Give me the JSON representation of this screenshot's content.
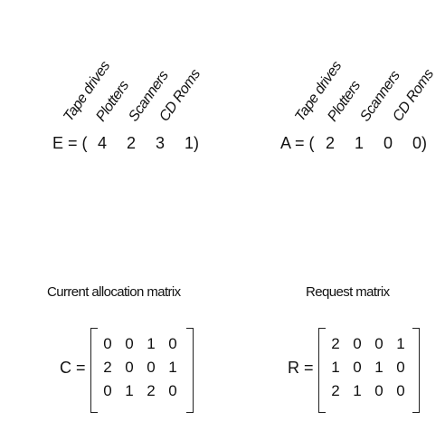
{
  "resources": [
    "Tape drives",
    "Plotters",
    "Scanners",
    "CD Roms"
  ],
  "existing": {
    "label": "E = (",
    "values": [
      "4",
      "2",
      "3",
      "1)"
    ]
  },
  "available": {
    "label": "A = (",
    "values": [
      "2",
      "1",
      "0",
      "0)"
    ]
  },
  "current": {
    "caption": "Current allocation matrix",
    "label": "C =",
    "rows": [
      [
        "0",
        "0",
        "1",
        "0"
      ],
      [
        "2",
        "0",
        "0",
        "1"
      ],
      [
        "0",
        "1",
        "2",
        "0"
      ]
    ]
  },
  "request": {
    "caption": "Request matrix",
    "label": "R =",
    "rows": [
      [
        "2",
        "0",
        "0",
        "1"
      ],
      [
        "1",
        "0",
        "1",
        "0"
      ],
      [
        "2",
        "1",
        "0",
        "0"
      ]
    ]
  }
}
